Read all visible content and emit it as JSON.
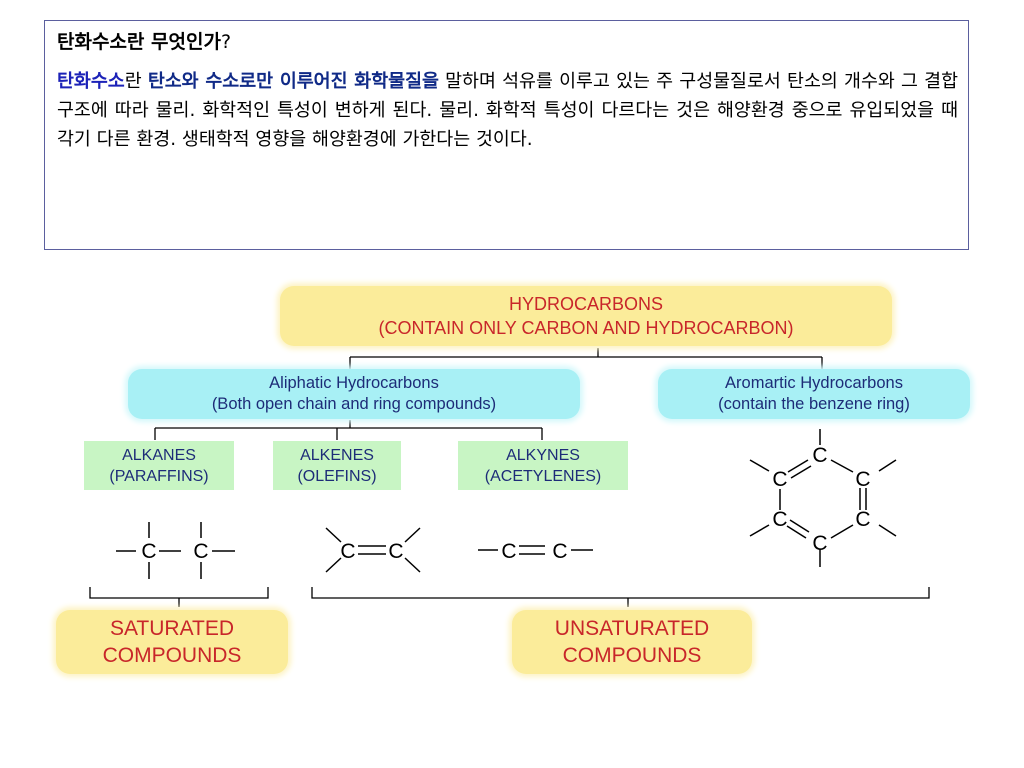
{
  "intro": {
    "title": "탄화수소란 무엇인가",
    "title_suffix": "?",
    "body_term": "탄화수소",
    "body_1": "란 ",
    "body_definition": "탄소와 수소로만 이루어진 화학물질을",
    "body_2": " 말하며 석유를 이루고 있는 주 구성물질로서 탄소의 개수와 그 결합 구조에 따라 물리. 화학적인 특성이 변하게 된다. 물리. 화학적 특성이 다르다는 것은 해양환경 중으로 유입되었을 때 각기 다른 환경. 생태학적 영향을 해양환경에 가한다는 것이다."
  },
  "diagram": {
    "root": {
      "line1": "HYDROCARBONS",
      "line2": "(CONTAIN ONLY CARBON AND HYDROCARBON)"
    },
    "aliphatic": {
      "line1": "Aliphatic Hydrocarbons",
      "line2": "(Both open chain and ring compounds)"
    },
    "aromatic": {
      "line1": "Aromartic Hydrocarbons",
      "line2": "(contain the benzene ring)"
    },
    "alkanes": {
      "line1": "ALKANES",
      "line2": "(PARAFFINS)"
    },
    "alkenes": {
      "line1": "ALKENES",
      "line2": "(OLEFINS)"
    },
    "alkynes": {
      "line1": "ALKYNES",
      "line2": "(ACETYLENES)"
    },
    "saturated": {
      "line1": "SATURATED",
      "line2": "COMPOUNDS"
    },
    "unsaturated": {
      "line1": "UNSATURATED",
      "line2": "COMPOUNDS"
    },
    "atom_symbol": "C",
    "colors": {
      "yellow_pill": "#fbec9a",
      "cyan_pill": "#a8f0f5",
      "green_box": "#c8f5c4",
      "red_text": "#c8262a",
      "navy_text": "#1d2c78",
      "box_border": "#5b5f9e"
    }
  }
}
